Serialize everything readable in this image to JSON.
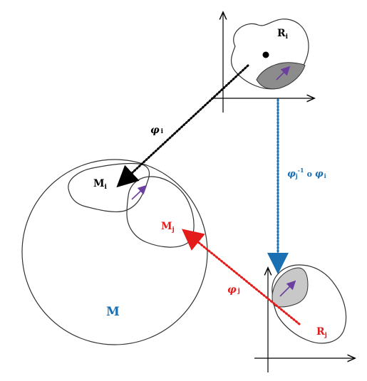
{
  "labels": {
    "R_i": "R",
    "R_i_sub": "i",
    "M_i": "M",
    "M_i_sub": "i",
    "M_j": "M",
    "M_j_sub": "j",
    "M": "M",
    "R_j": "R",
    "R_j_sub": "j",
    "phi_i": "φ",
    "phi_i_sub": "i",
    "phi_j": "φ",
    "phi_j_sub": "j",
    "transition_phi1": "φ",
    "transition_sub1": "j",
    "transition_sup": "-1",
    "transition_circ": "o",
    "transition_phi2": "φ",
    "transition_sub2": "i"
  },
  "colors": {
    "black": "#000000",
    "blue": "#1a6fb3",
    "red": "#e31b1b",
    "purple": "#6b3fa0",
    "gray_fill": "#8c8c8c",
    "light_gray_fill": "#c8c8c8",
    "outline": "#333333",
    "label_blue": "#1a6fb3",
    "label_red": "#e31b1b"
  }
}
